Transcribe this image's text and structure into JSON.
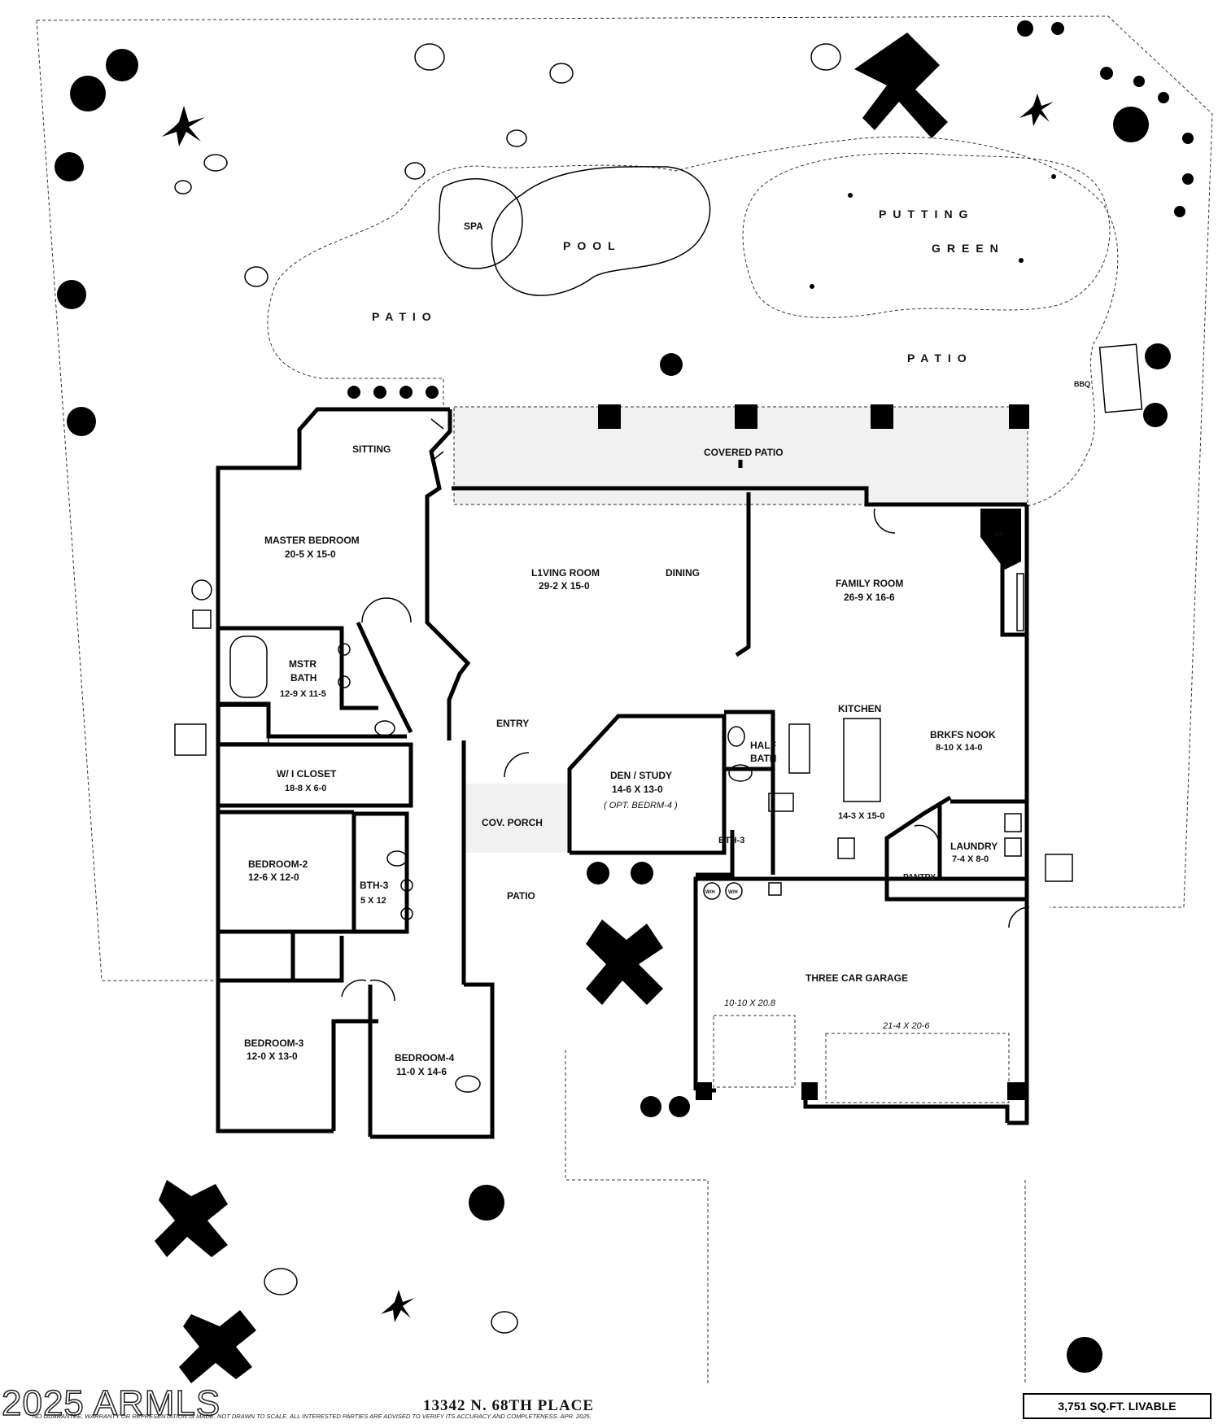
{
  "plan": {
    "address": "13342 N. 68TH PLACE",
    "livable_area": "3,751 SQ.FT. LIVABLE",
    "watermark": "2025 ARMLS",
    "disclaimer": "NO GUARANTEE, WARRANTY OR REPRESENTATION IS MADE. NOT DRAWN TO SCALE. ALL INTERESTED PARTIES ARE ADVISED TO VERIFY ITS ACCURACY AND COMPLETENESS. APR. 2025."
  },
  "outdoor": {
    "spa": "SPA",
    "pool": "POOL",
    "putting_green_1": "PUTTING",
    "putting_green_2": "GREEN",
    "patio_left": "PATIO",
    "patio_right": "PATIO",
    "bbq": "BBQ",
    "covered_patio": "COVERED PATIO",
    "cov_porch": "COV. PORCH",
    "patio_front": "PATIO",
    "fp": "FP"
  },
  "rooms": {
    "sitting": "SITTING",
    "master_bedroom": {
      "name": "MASTER BEDROOM",
      "size": "20-5  X  15-0"
    },
    "living_room": {
      "name": "L1VING ROOM",
      "size": "29-2  X  15-0"
    },
    "dining": "DINING",
    "family_room": {
      "name": "FAMILY ROOM",
      "size": "26-9  X  16-6"
    },
    "mstr_bath": {
      "name1": "MSTR",
      "name2": "BATH",
      "size": "12-9 X 11-5"
    },
    "entry": "ENTRY",
    "kitchen": {
      "name": "KITCHEN",
      "size": "14-3 X 15-0"
    },
    "half_bath": {
      "name1": "HALF",
      "name2": "BATH"
    },
    "brkfs_nook": {
      "name": "BRKFS NOOK",
      "size": "8-10  X 14-0"
    },
    "wi_closet": {
      "name": "W/ I  CLOSET",
      "size": "18-8  X  6-0"
    },
    "den_study": {
      "name": "DEN / STUDY",
      "size": "14-6  X  13-0",
      "note": "( OPT. BEDRM-4 )"
    },
    "bth3_upper": "BTH-3",
    "laundry": {
      "name": "LAUNDRY",
      "size": "7-4  X 8-0"
    },
    "pantry": "PANTRY",
    "bedroom2": {
      "name": "BEDROOM-2",
      "size": "12-6  X  12-0"
    },
    "bth3": {
      "name": "BTH-3",
      "size": "5 X 12"
    },
    "garage": {
      "name": "THREE CAR GARAGE",
      "size_left": "10-10 X 20.8",
      "size_right": "21-4  X  20-6"
    },
    "wh1": "W/H",
    "wh2": "W/H",
    "bedroom3": {
      "name": "BEDROOM-3",
      "size": "12-0  X  13-0"
    },
    "bedroom4": {
      "name": "BEDROOM-4",
      "size": "11-0  X  14-6"
    }
  }
}
